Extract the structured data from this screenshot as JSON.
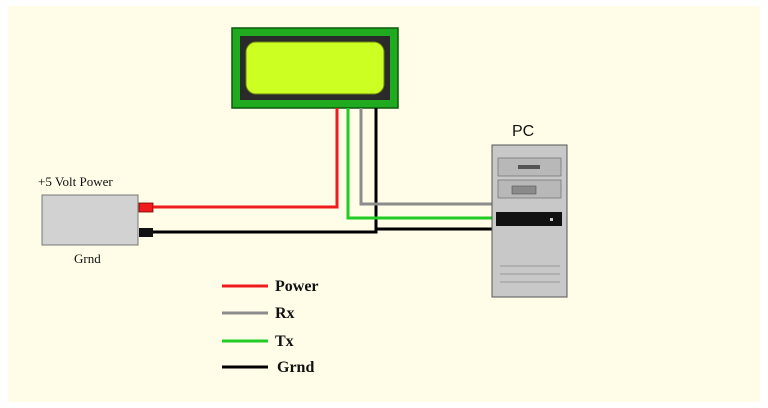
{
  "labels": {
    "pc": "PC",
    "power_supply": "+5 Volt Power",
    "ground_terminal": "Grnd"
  },
  "legend": [
    {
      "name": "Power",
      "color": "#ee1c1c"
    },
    {
      "name": "Rx",
      "color": "#8c8c8c"
    },
    {
      "name": "Tx",
      "color": "#22cc22"
    },
    {
      "name": "Grnd",
      "color": "#000000"
    }
  ],
  "colors": {
    "background": "#fffde8",
    "lcd_bezel": "#1faa1f",
    "lcd_screen": "#ccff22",
    "power_box": "#d2d2d2",
    "pc_case": "#c8c8c8",
    "wire_power": "#ee1c1c",
    "wire_rx": "#8c8c8c",
    "wire_tx": "#22cc22",
    "wire_gnd": "#000000"
  }
}
